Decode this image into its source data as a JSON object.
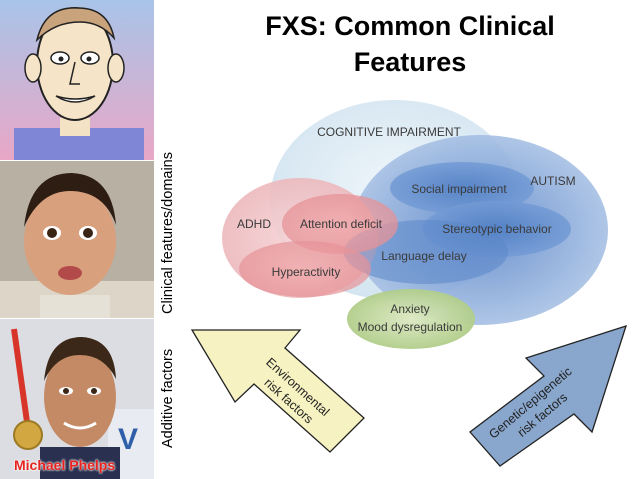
{
  "title_line1": "FXS: Common Clinical",
  "title_line2": "Features",
  "side_labels": {
    "clinical": "Clinical features/domains",
    "additive": "Additive factors"
  },
  "photos": {
    "caption": "Michael Phelps"
  },
  "diagram": {
    "cognitive": "COGNITIVE IMPAIRMENT",
    "autism": "AUTISM",
    "adhd": "ADHD",
    "social": "Social impairment",
    "stereotypic": "Stereotypic behavior",
    "attention": "Attention deficit",
    "hyperactivity": "Hyperactivity",
    "language": "Language delay",
    "anxiety_line1": "Anxiety",
    "anxiety_line2": "Mood dysregulation"
  },
  "arrows": {
    "env_line1": "Environmental",
    "env_line2": "risk factors",
    "gen_line1": "Genetic/epigenetic",
    "gen_line2": "risk factors"
  },
  "colors": {
    "cognitive_fill": "#dbe9f3",
    "autism_fill": "#7da3d6",
    "adhd_fill": "#f1c3c6",
    "anxiety_fill": "#b4cf8e",
    "env_arrow": "#f6f2c2",
    "gen_arrow": "#89a7cd",
    "caption": "#e8231f"
  }
}
